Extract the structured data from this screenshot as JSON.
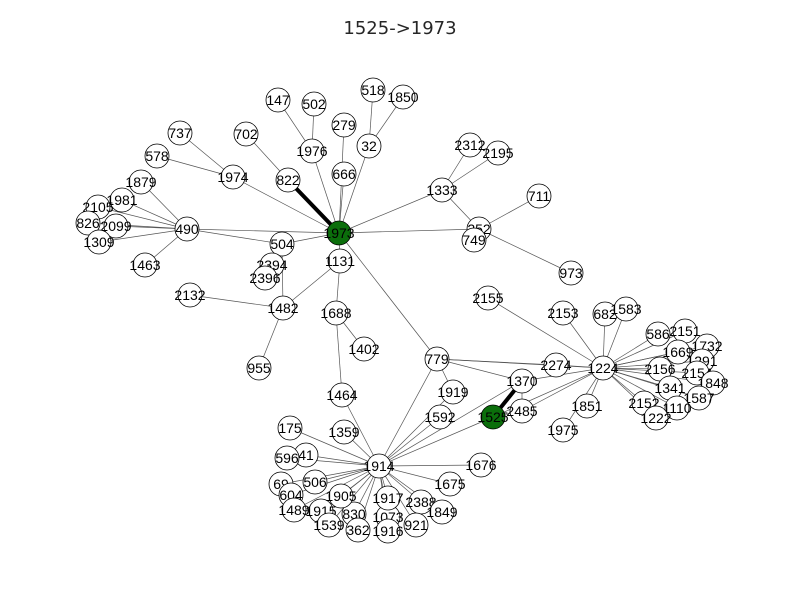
{
  "title": "1525->1973",
  "colors": {
    "edge": "#555555",
    "path_edge": "#000000",
    "node_fill": "#ffffff",
    "node_stroke": "#000000",
    "highlight_fill": "#0b6e0b"
  },
  "highlighted_nodes": [
    "1525",
    "1973"
  ],
  "path_edges": [
    [
      "1973",
      "822"
    ],
    [
      "1525",
      "1370"
    ]
  ],
  "nodes": [
    "1973",
    "822",
    "1974",
    "737",
    "578",
    "1976",
    "147",
    "502",
    "279",
    "518",
    "1850",
    "32",
    "666",
    "702",
    "504",
    "2394",
    "2396",
    "1131",
    "1688",
    "1402",
    "1464",
    "1482",
    "2132",
    "955",
    "490",
    "1879",
    "1981",
    "2105",
    "826",
    "2099",
    "1309",
    "1463",
    "1333",
    "2312",
    "2195",
    "252",
    "749",
    "711",
    "973",
    "779",
    "1919",
    "1592",
    "1914",
    "175",
    "1359",
    "41",
    "596",
    "69",
    "604",
    "1489",
    "1915",
    "1539",
    "830",
    "1905",
    "362",
    "1073",
    "1916",
    "1917",
    "2388",
    "921",
    "1849",
    "1675",
    "1676",
    "506",
    "1525",
    "1370",
    "2485",
    "2274",
    "1224",
    "2155",
    "2153",
    "682",
    "1583",
    "586",
    "2151",
    "1732",
    "1669",
    "1291",
    "2156",
    "2154",
    "1848",
    "1341",
    "2152",
    "1587",
    "1110",
    "1222",
    "1851",
    "1975"
  ],
  "edges": [
    [
      "1973",
      "822"
    ],
    [
      "1973",
      "1974"
    ],
    [
      "1973",
      "1976"
    ],
    [
      "1973",
      "279"
    ],
    [
      "1973",
      "32"
    ],
    [
      "1973",
      "666"
    ],
    [
      "1973",
      "504"
    ],
    [
      "1973",
      "1131"
    ],
    [
      "1973",
      "490"
    ],
    [
      "1973",
      "1333"
    ],
    [
      "1973",
      "252"
    ],
    [
      "1973",
      "779"
    ],
    [
      "1974",
      "737"
    ],
    [
      "1974",
      "578"
    ],
    [
      "1976",
      "147"
    ],
    [
      "1976",
      "502"
    ],
    [
      "32",
      "518"
    ],
    [
      "32",
      "1850"
    ],
    [
      "822",
      "702"
    ],
    [
      "504",
      "2394"
    ],
    [
      "504",
      "2396"
    ],
    [
      "504",
      "490"
    ],
    [
      "1131",
      "1688"
    ],
    [
      "1131",
      "1482"
    ],
    [
      "1688",
      "1402"
    ],
    [
      "1688",
      "1464"
    ],
    [
      "1482",
      "2132"
    ],
    [
      "1482",
      "955"
    ],
    [
      "1482",
      "504"
    ],
    [
      "490",
      "1879"
    ],
    [
      "490",
      "1981"
    ],
    [
      "490",
      "2105"
    ],
    [
      "490",
      "826"
    ],
    [
      "490",
      "2099"
    ],
    [
      "490",
      "1309"
    ],
    [
      "490",
      "1463"
    ],
    [
      "1333",
      "2312"
    ],
    [
      "1333",
      "2195"
    ],
    [
      "1333",
      "252"
    ],
    [
      "252",
      "749"
    ],
    [
      "252",
      "711"
    ],
    [
      "252",
      "973"
    ],
    [
      "779",
      "1914"
    ],
    [
      "779",
      "1919"
    ],
    [
      "779",
      "1370"
    ],
    [
      "779",
      "2274"
    ],
    [
      "779",
      "1224"
    ],
    [
      "1914",
      "175"
    ],
    [
      "1914",
      "1359"
    ],
    [
      "1914",
      "41"
    ],
    [
      "1914",
      "596"
    ],
    [
      "1914",
      "69"
    ],
    [
      "1914",
      "604"
    ],
    [
      "1914",
      "1489"
    ],
    [
      "1914",
      "1915"
    ],
    [
      "1914",
      "1539"
    ],
    [
      "1914",
      "830"
    ],
    [
      "1914",
      "1905"
    ],
    [
      "1914",
      "362"
    ],
    [
      "1914",
      "1073"
    ],
    [
      "1914",
      "1916"
    ],
    [
      "1914",
      "1917"
    ],
    [
      "1914",
      "2388"
    ],
    [
      "1914",
      "921"
    ],
    [
      "1914",
      "1849"
    ],
    [
      "1914",
      "1675"
    ],
    [
      "1914",
      "1676"
    ],
    [
      "1914",
      "506"
    ],
    [
      "1914",
      "1464"
    ],
    [
      "1914",
      "1592"
    ],
    [
      "1914",
      "1525"
    ],
    [
      "1914",
      "1370"
    ],
    [
      "1914",
      "1919"
    ],
    [
      "1525",
      "1370"
    ],
    [
      "1525",
      "2485"
    ],
    [
      "1370",
      "2485"
    ],
    [
      "1370",
      "1224"
    ],
    [
      "2485",
      "1224"
    ],
    [
      "1525",
      "1224"
    ],
    [
      "1224",
      "2274"
    ],
    [
      "1224",
      "2155"
    ],
    [
      "1224",
      "2153"
    ],
    [
      "1224",
      "682"
    ],
    [
      "1224",
      "1583"
    ],
    [
      "1224",
      "586"
    ],
    [
      "1224",
      "2151"
    ],
    [
      "1224",
      "1732"
    ],
    [
      "1224",
      "1669"
    ],
    [
      "1224",
      "1291"
    ],
    [
      "1224",
      "2156"
    ],
    [
      "1224",
      "2154"
    ],
    [
      "1224",
      "1848"
    ],
    [
      "1224",
      "1341"
    ],
    [
      "1224",
      "2152"
    ],
    [
      "1224",
      "1587"
    ],
    [
      "1224",
      "1110"
    ],
    [
      "1224",
      "1222"
    ],
    [
      "1224",
      "1851"
    ],
    [
      "1224",
      "1975"
    ]
  ]
}
